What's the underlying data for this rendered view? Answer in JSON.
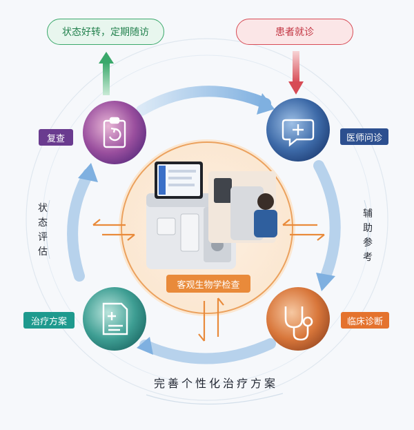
{
  "nodes": {
    "patient_visit": "患者就诊",
    "improve_followup": "状态好转，定期随访",
    "recheck": "复查",
    "doctor_consult": "医师问诊",
    "treatment_plan": "治疗方案",
    "clinical_diagnosis": "临床诊断",
    "objective_exam": "客观生物学检查"
  },
  "side_labels": {
    "state_assessment": [
      "状",
      "态",
      "评",
      "估"
    ],
    "auxiliary_reference": [
      "辅",
      "助",
      "参",
      "考"
    ]
  },
  "bottom_label": "完善个性化治疗方案",
  "colors": {
    "green": "#3aa86b",
    "red": "#d74b55",
    "purple": "#6a3b8f",
    "navy": "#2c4f8f",
    "teal": "#1e9a8e",
    "orange": "#e4732e",
    "ring_blue": "#a9c9e8"
  },
  "icons": [
    "clipboard-refresh-icon",
    "medical-chat-icon",
    "prescription-document-icon",
    "stethoscope-icon"
  ]
}
